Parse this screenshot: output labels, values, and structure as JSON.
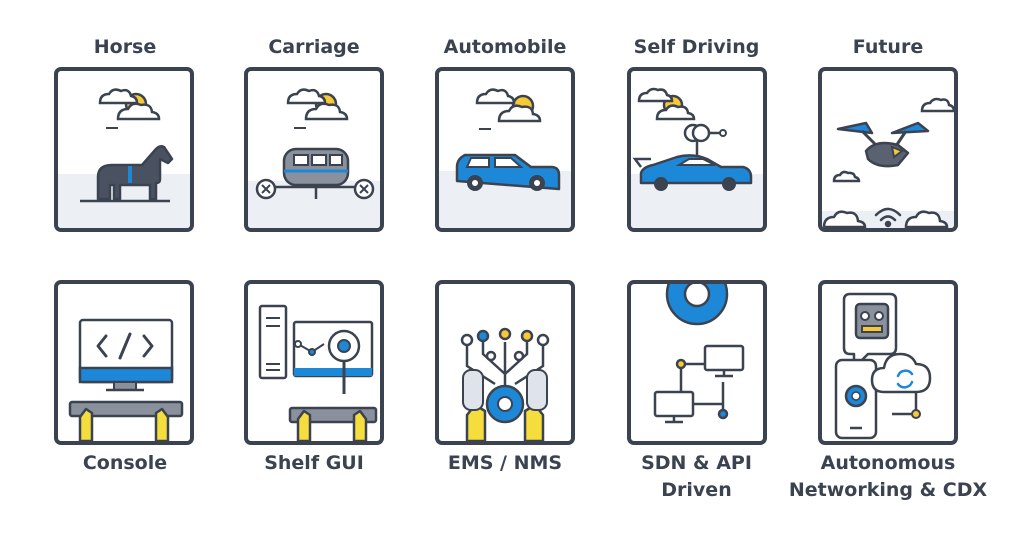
{
  "top_row": [
    {
      "label": "Horse"
    },
    {
      "label": "Carriage"
    },
    {
      "label": "Automobile"
    },
    {
      "label": "Self Driving"
    },
    {
      "label": "Future"
    }
  ],
  "bottom_row": [
    {
      "label": "Console"
    },
    {
      "label": "Shelf GUI"
    },
    {
      "label": "EMS / NMS"
    },
    {
      "label": "SDN & API"
    },
    {
      "label": "Driven"
    },
    {
      "label": "Autonomous"
    },
    {
      "label": "Networking & CDX"
    }
  ],
  "colors": {
    "outline": "#3b4350",
    "accent_blue": "#1e88d8",
    "sun_yellow": "#f6c935",
    "hand_yellow": "#f4dd3c",
    "ground": "#eceff4"
  }
}
